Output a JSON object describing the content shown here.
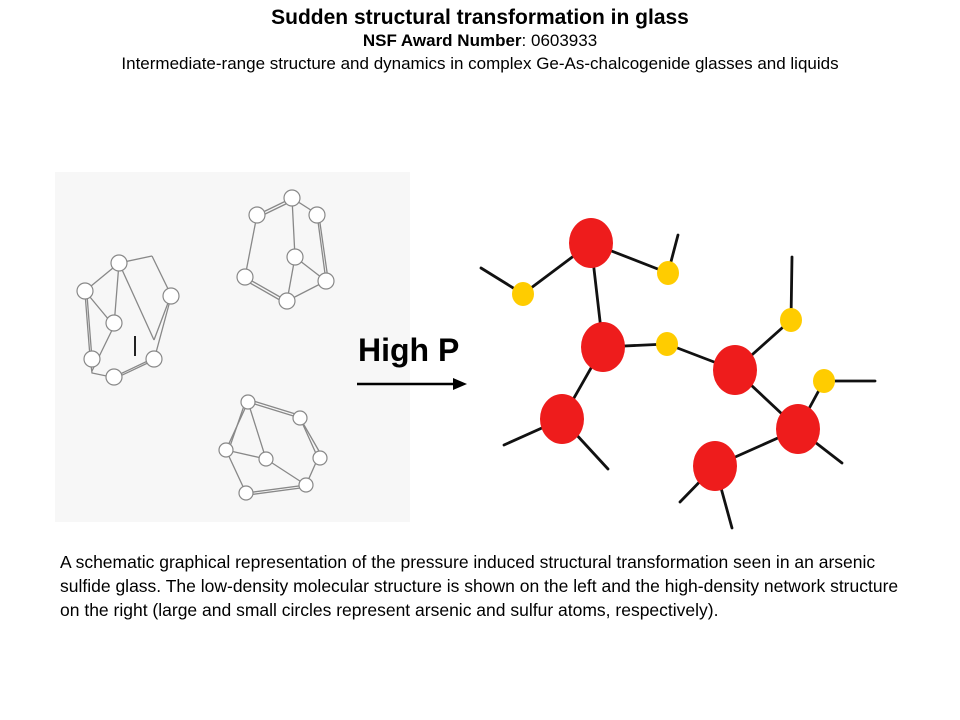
{
  "header": {
    "title": "Sudden structural transformation in glass",
    "award_label": "NSF Award Number",
    "award_sep": ": ",
    "award_number": "0603933",
    "subtitle": "Intermediate-range structure and dynamics in complex Ge-As-chalcogenide glasses and liquids"
  },
  "figure": {
    "arrow_label": "High P",
    "colors": {
      "arsenic": "#ee1c1c",
      "sulfur": "#ffcc00",
      "bond": "#111111",
      "molecule_line": "#888888"
    }
  },
  "caption": {
    "text": "A schematic graphical representation of the pressure induced structural transformation seen in an arsenic sulfide glass.  The low-density molecular structure is shown on the left and the high-density network structure on the right (large and small circles represent arsenic and sulfur atoms, respectively)."
  }
}
